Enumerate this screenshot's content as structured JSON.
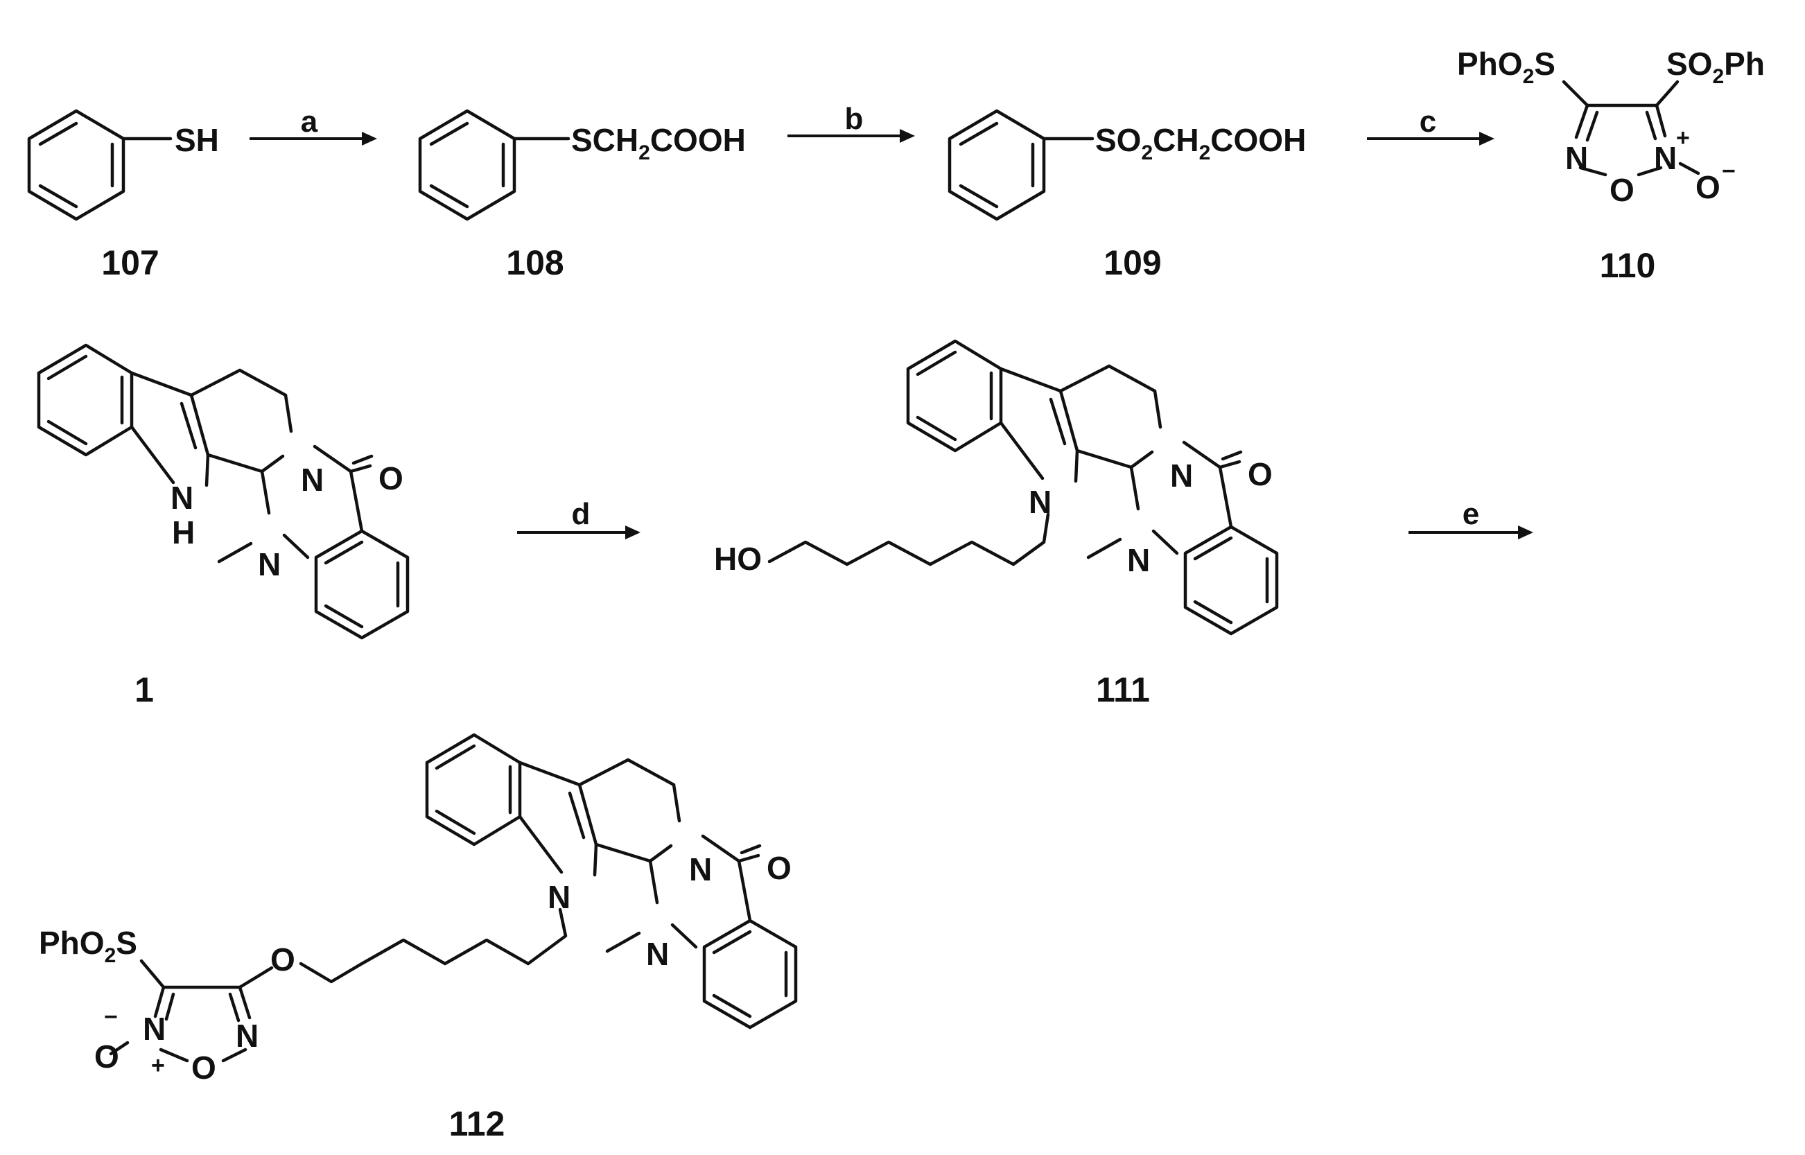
{
  "compounds": {
    "c107": {
      "label": "107",
      "sub_SH": "SH"
    },
    "c108": {
      "label": "108",
      "sub_main": "SCH",
      "sub_2": "2",
      "sub_tail": "COOH"
    },
    "c109": {
      "label": "109",
      "p1": "SO",
      "p2": "2",
      "p3": "CH",
      "p4": "2",
      "p5": "COOH"
    },
    "c110": {
      "label": "110",
      "l1": "PhO",
      "l2": "2",
      "l3": "S",
      "r1": "SO",
      "r2": "2",
      "r3": "Ph",
      "N": "N",
      "O": "O",
      "Np": "N",
      "plus": "+",
      "Oneg": "O",
      "minus": "−"
    },
    "c1": {
      "label": "1",
      "NH_N": "N",
      "NH_H": "H",
      "N2": "N",
      "N3": "N",
      "O": "O"
    },
    "c111": {
      "label": "111",
      "HO": "HO",
      "N1": "N",
      "N2": "N",
      "N3": "N",
      "O": "O"
    },
    "c112": {
      "label": "112",
      "l1": "PhO",
      "l2": "2",
      "l3": "S",
      "Oether": "O",
      "N1": "N",
      "N2": "N",
      "N3": "N",
      "O": "O",
      "Nf": "N",
      "Nfp": "N",
      "Of": "O",
      "Oneg": "O",
      "plus": "+",
      "minus": "−"
    }
  },
  "reagents": {
    "a": "a",
    "b": "b",
    "c": "c",
    "d": "d",
    "e": "e"
  },
  "colors": {
    "ink": "#111111",
    "background": "#ffffff"
  }
}
